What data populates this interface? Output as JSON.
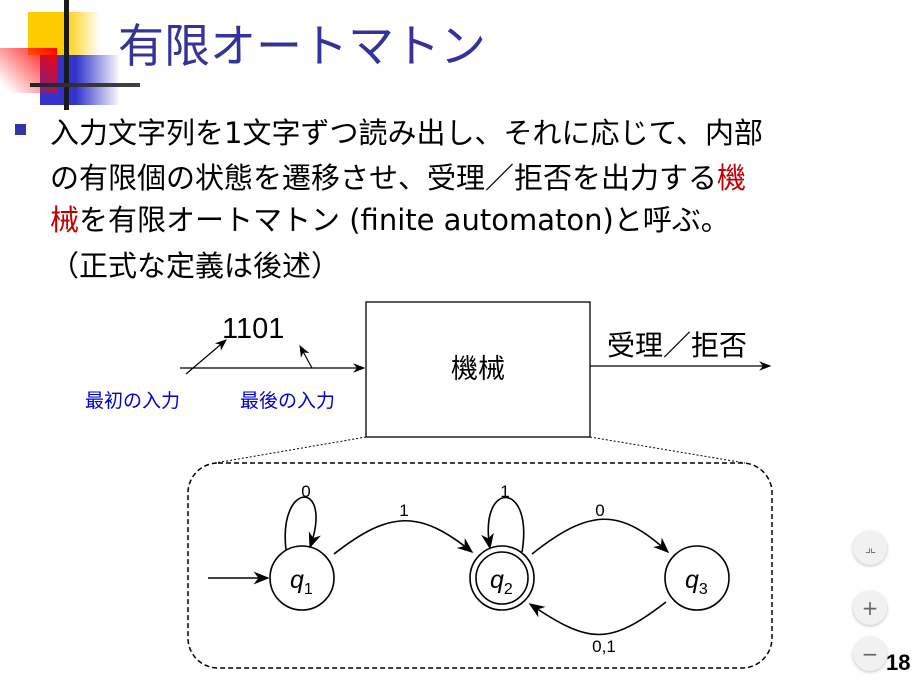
{
  "slide": {
    "title": "有限オートマトン",
    "body_line1": "入力文字列を1文字ずつ読み出し、それに応じて、内部",
    "body_line2a": "の有限個の状態を遷移させ、受理／拒否を出力する",
    "body_line2_red": "機",
    "body_line3_red": "械",
    "body_line3b": "を有限オートマトン (finite automaton)と呼ぶ。",
    "body_line4": "（正式な定義は後述）",
    "page_number": "18"
  },
  "diagram": {
    "input_string": "1101",
    "first_input_label": "最初の入力",
    "last_input_label": "最後の入力",
    "machine_label": "機械",
    "output_label": "受理／拒否",
    "states": [
      {
        "name": "q",
        "sub": "1"
      },
      {
        "name": "q",
        "sub": "2"
      },
      {
        "name": "q",
        "sub": "3"
      }
    ],
    "transitions": {
      "q1_loop": "0",
      "q1_q2": "1",
      "q2_loop": "1",
      "q2_q3": "0",
      "q3_q2": "0,1"
    }
  },
  "viewer": {
    "fit_icon": "collapse-icon",
    "zoom_in": "+",
    "zoom_out": "−"
  },
  "colors": {
    "title": "#333399",
    "highlight": "#c00000",
    "label_blue": "#0000cc"
  }
}
